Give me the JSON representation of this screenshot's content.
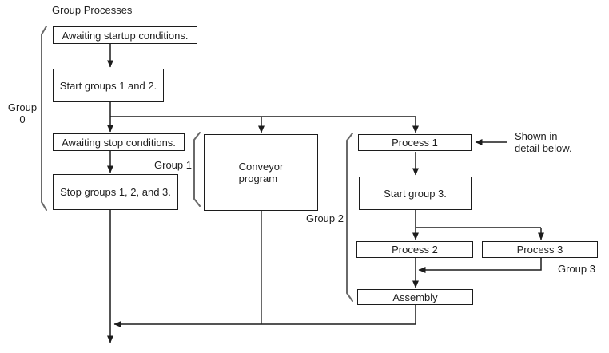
{
  "title": "Group Processes",
  "colors": {
    "line": "#1c1c1c",
    "bracket": "#6a6a6a",
    "text": "#1f1f1f",
    "background": "#ffffff"
  },
  "nodes": {
    "awaiting_startup": "Awaiting startup conditions.",
    "start_groups": "Start groups 1 and 2.",
    "awaiting_stop": "Awaiting stop conditions.",
    "stop_groups": "Stop groups 1, 2, and 3.",
    "conveyor": {
      "line1": "Conveyor",
      "line2": "program"
    },
    "process_1": "Process 1",
    "start_group_3": "Start group 3.",
    "process_2": "Process 2",
    "process_3": "Process 3",
    "assembly": "Assembly"
  },
  "group_labels": {
    "group0": {
      "line1": "Group",
      "line2": "0"
    },
    "group1": "Group 1",
    "group2": "Group 2",
    "group3": "Group 3"
  },
  "annotation": {
    "line1": "Shown in",
    "line2": "detail below."
  }
}
